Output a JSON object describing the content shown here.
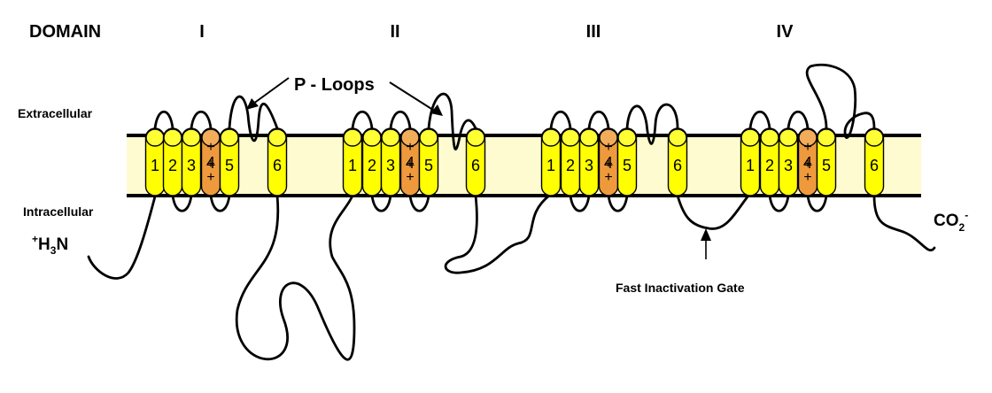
{
  "header": {
    "domain_label": "DOMAIN",
    "domains": [
      "I",
      "II",
      "III",
      "IV"
    ]
  },
  "labels": {
    "extracellular": "Extracellular",
    "intracellular": "Intracellular",
    "p_loops": "P - Loops",
    "n_terminus": {
      "base": "H",
      "sup_left": "+",
      "sub": "3",
      "tail": "N"
    },
    "c_terminus": {
      "base": "CO",
      "sub": "2",
      "sup": "-"
    },
    "fast_inactivation_gate": "Fast Inactivation Gate"
  },
  "segments": {
    "numbers": [
      "1",
      "2",
      "3",
      "4",
      "5",
      "6"
    ],
    "voltage_sensor_charges": [
      "+",
      "+",
      "+"
    ]
  },
  "colors": {
    "membrane": "#fffbd0",
    "helix": "#ffff00",
    "helix_cap": "#ffff33",
    "voltage_sensor": "#ee9a3c",
    "voltage_sensor_cap": "#f2ac5a",
    "line": "#000000"
  }
}
